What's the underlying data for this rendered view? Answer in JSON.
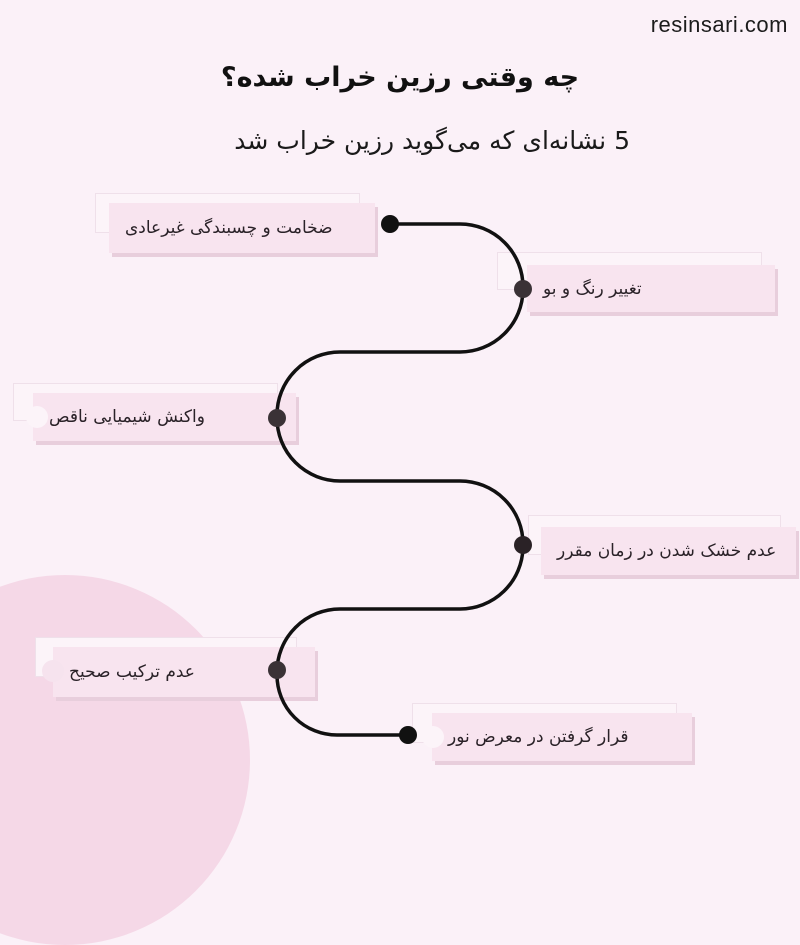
{
  "header": {
    "site": "resinsari.com",
    "title": "چه وقتی رزین خراب شده؟",
    "subtitle": "5 نشانه‌ای که می‌گوید رزین خراب شد"
  },
  "colors": {
    "background": "#fbf1f8",
    "card": "#f8e4ef",
    "card_shadow": "#e8cedc",
    "line": "#111111",
    "blob": "#f5d8e7"
  },
  "signs": [
    {
      "label": "ضخامت و چسبندگی غیرعادی"
    },
    {
      "label": "تغییر رنگ و بو"
    },
    {
      "label": "واکنش شیمیایی ناقص"
    },
    {
      "label": "عدم خشک شدن در زمان مقرر"
    },
    {
      "label": "عدم ترکیب صحیح"
    },
    {
      "label": "قرار گرفتن در معرض نور"
    }
  ]
}
